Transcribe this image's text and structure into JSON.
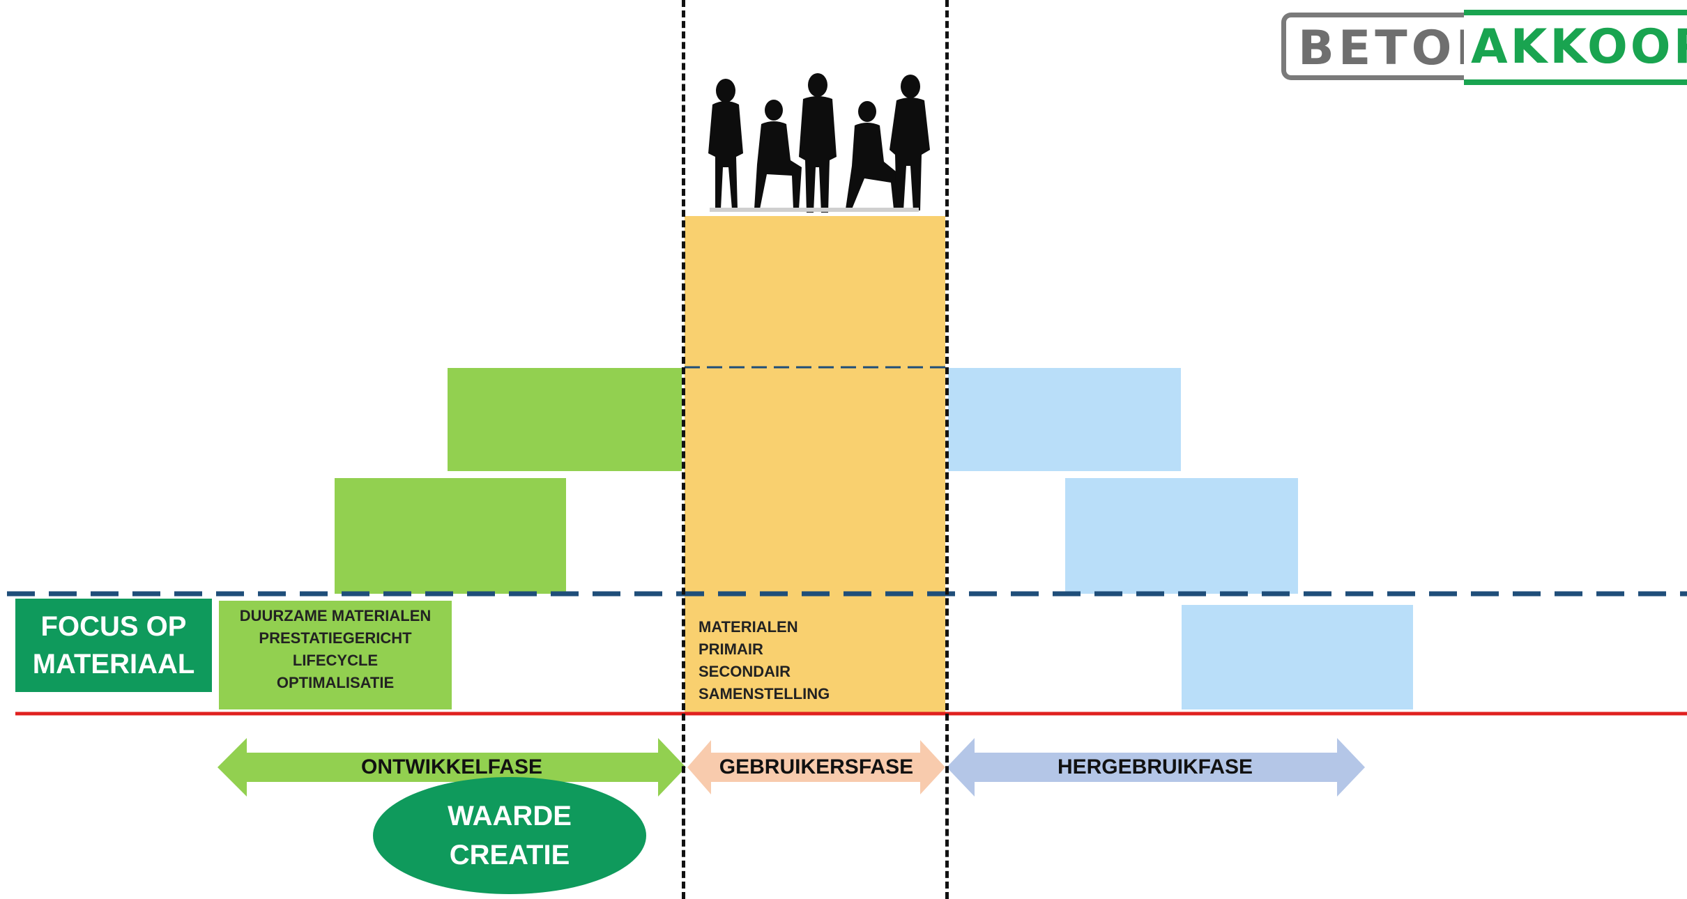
{
  "logo": {
    "left": "BETON",
    "right": "AKKOORD"
  },
  "focus": {
    "label": "FOCUS OP\nMATERIAAL"
  },
  "development_box": {
    "lines": "DUURZAME MATERIALEN\nPRESTATIEGERICHT\nLIFECYCLE\nOPTIMALISATIE"
  },
  "usage_box": {
    "lines": "MATERIALEN\nPRIMAIR\nSECONDAIR\nSAMENSTELLING"
  },
  "phases": {
    "development": "ONTWIKKELFASE",
    "usage": "GEBRUIKERSFASE",
    "reuse": "HERGEBRUIKFASE"
  },
  "value_creation": "WAARDE\nCREATIE",
  "colors": {
    "green": "#92d050",
    "blue": "#b9def9",
    "yellow": "#f9d06f",
    "brand_green": "#0f9a5c",
    "navy_dash": "#1f4e79",
    "red_line": "#e0201f"
  }
}
